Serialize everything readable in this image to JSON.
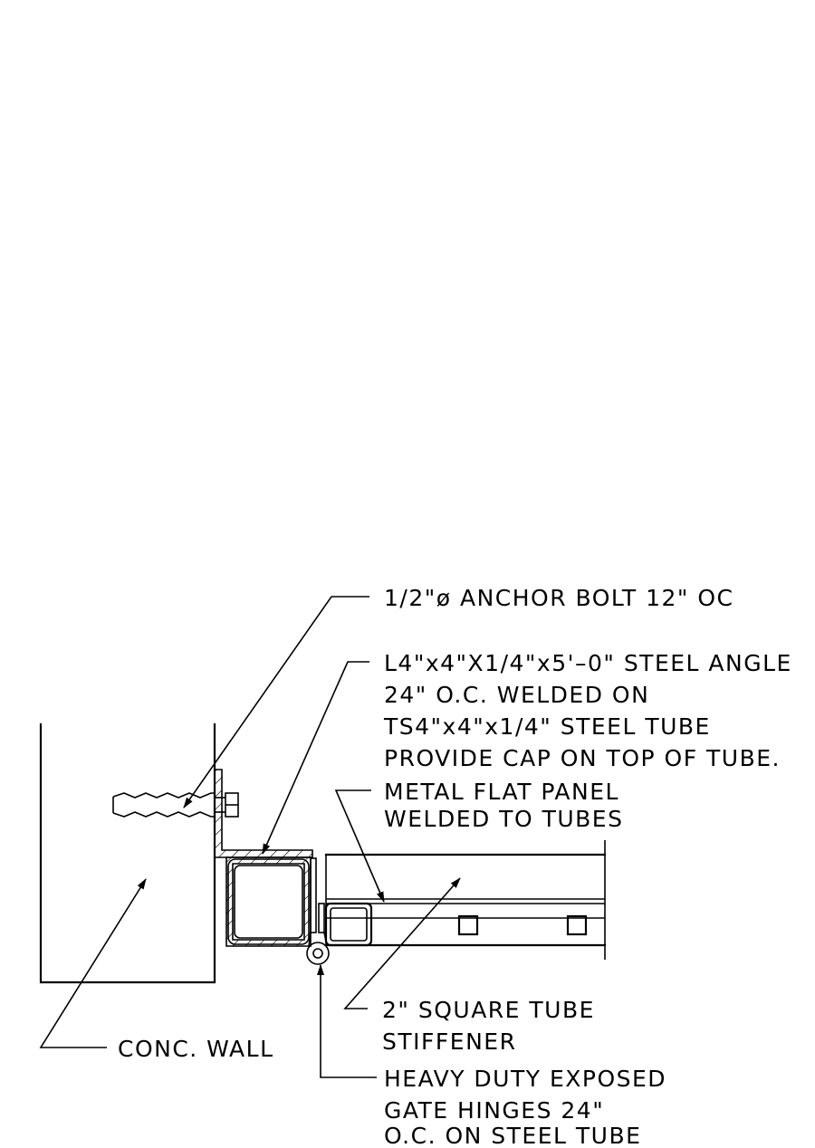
{
  "labels": {
    "anchor_bolt": [
      "1/2\"ø ANCHOR BOLT 12\" OC"
    ],
    "steel_angle": [
      "L4\"x4\"X1/4\"x5'–0\" STEEL ANGLE",
      "24\" O.C. WELDED ON",
      "TS4\"x4\"x1/4\" STEEL TUBE",
      "PROVIDE CAP ON TOP OF TUBE."
    ],
    "flat_panel": [
      "METAL FLAT PANEL",
      "WELDED TO TUBES"
    ],
    "square_tube": [
      "2\" SQUARE TUBE",
      "STIFFENER"
    ],
    "conc_wall": [
      "CONC. WALL"
    ],
    "hinges": [
      "HEAVY DUTY EXPOSED",
      "GATE  HINGES 24\"",
      "O.C. ON STEEL TUBE"
    ]
  }
}
